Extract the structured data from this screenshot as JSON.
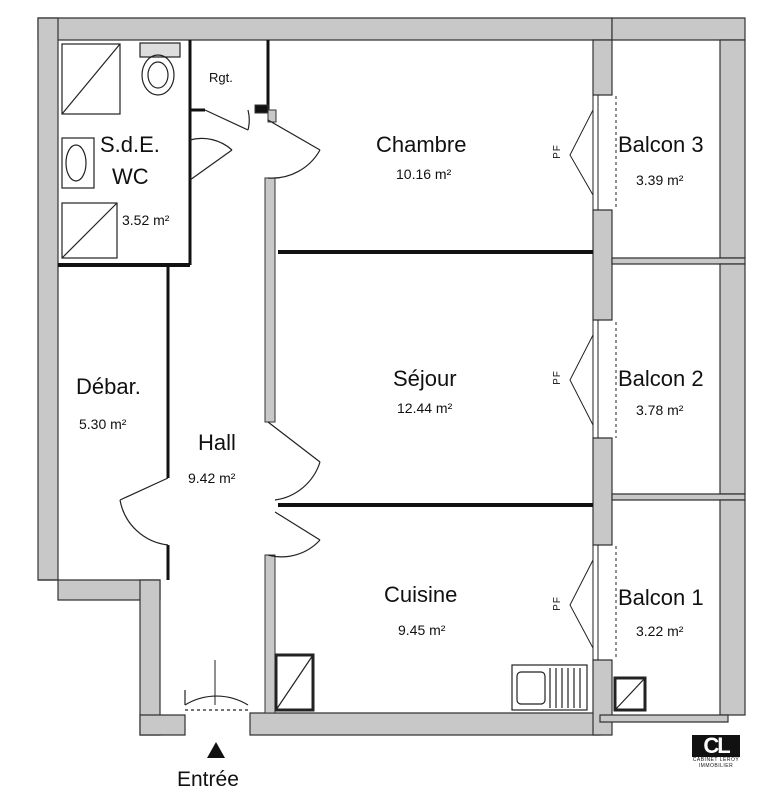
{
  "rooms": {
    "sde": {
      "name_line1": "S.d.E.",
      "name_line2": "WC",
      "area": "3.52 m²"
    },
    "rgt": {
      "name": "Rgt."
    },
    "chambre": {
      "name": "Chambre",
      "area": "10.16 m²"
    },
    "balcon3": {
      "name": "Balcon 3",
      "area": "3.39 m²"
    },
    "debar": {
      "name": "Débar.",
      "area": "5.30 m²"
    },
    "hall": {
      "name": "Hall",
      "area": "9.42 m²"
    },
    "sejour": {
      "name": "Séjour",
      "area": "12.44 m²"
    },
    "balcon2": {
      "name": "Balcon 2",
      "area": "3.78 m²"
    },
    "cuisine": {
      "name": "Cuisine",
      "area": "9.45 m²"
    },
    "balcon1": {
      "name": "Balcon 1",
      "area": "3.22 m²"
    }
  },
  "door_marks": {
    "pf": "PF"
  },
  "entrance": {
    "label": "Entrée"
  },
  "logo": {
    "mark": "CL",
    "line1": "CABINET LEROY",
    "line2": "IMMOBILIER"
  }
}
